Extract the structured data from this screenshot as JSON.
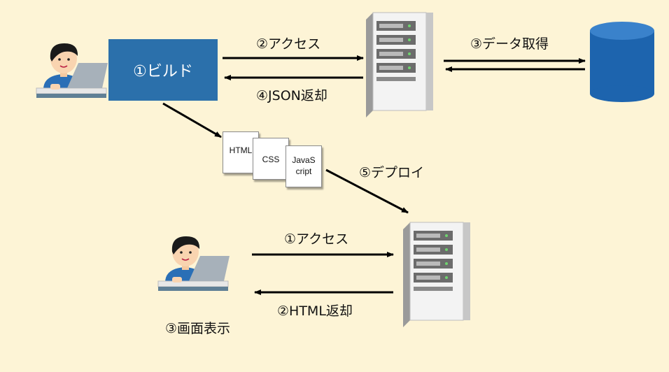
{
  "build": {
    "label": "①ビルド"
  },
  "arrows": {
    "access_1": "②アクセス",
    "json_return": "④JSON返却",
    "data_fetch": "③データ取得",
    "deploy": "⑤デプロイ",
    "access_2": "①アクセス",
    "html_return": "②HTML返却"
  },
  "files": [
    "HTML",
    "CSS",
    "JavaS cript"
  ],
  "display": {
    "label": "③画面表示"
  },
  "icons": {
    "developer": "person-with-laptop-icon",
    "viewer": "person-with-laptop-icon",
    "api_server": "server-tower-icon",
    "web_server": "server-tower-icon",
    "database": "database-cylinder-icon"
  },
  "colors": {
    "background": "#fdf4d6",
    "build_box": "#2b70ab",
    "database": "#1d64ae",
    "arrow": "#000000"
  }
}
